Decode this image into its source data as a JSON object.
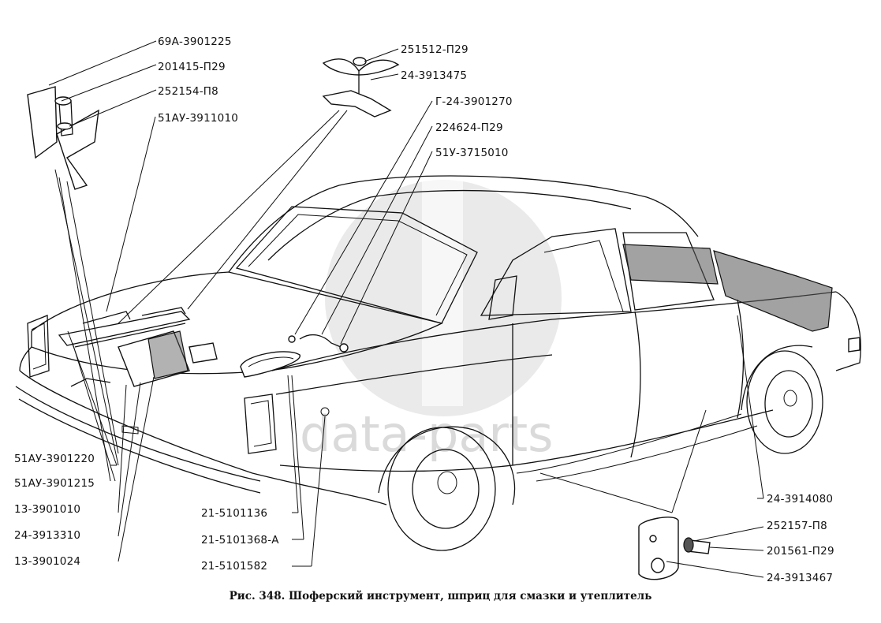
{
  "caption": "Рис. 348. Шоферский инструмент, шприц для смазки и утеплитель",
  "watermark": {
    "text": "data-parts",
    "color": "#d4d4d4"
  },
  "labels": {
    "p69a_3901225": "69А-3901225",
    "p201415_p29": "201415-П29",
    "p252154_p8": "252154-П8",
    "p51au_3911010": "51АУ-3911010",
    "p251512_p29": "251512-П29",
    "p24_3913475": "24-3913475",
    "pg24_3901270": "Г-24-3901270",
    "p224624_p29": "224624-П29",
    "p51u_3715010": "51У-3715010",
    "p51au_3901220": "51АУ-3901220",
    "p51au_3901215": "51АУ-3901215",
    "p13_3901010": "13-3901010",
    "p24_3913310": "24-3913310",
    "p13_3901024": "13-3901024",
    "p21_5101136": "21-5101136",
    "p21_5101368_a": "21-5101368-А",
    "p21_5101582": "21-5101582",
    "p24_3914080": "24-3914080",
    "p252157_p8": "252157-П8",
    "p201561_p29": "201561-П29",
    "p24_3913467": "24-3913467"
  }
}
